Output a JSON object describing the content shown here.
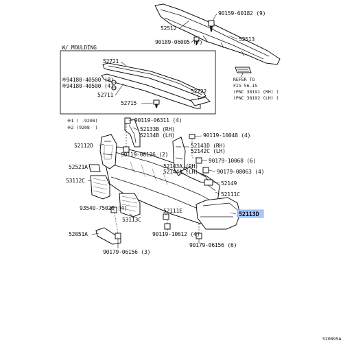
{
  "labels": {
    "p90159_60182": "90159-60182 (9)",
    "p52512": "52512",
    "p52513": "52513",
    "p90189_06005": "90189-06005 (7)",
    "w_moulding": "W/ MOULDING",
    "p52721": "52721",
    "p94180_40500_8": "※94180-40500 (8)",
    "p94180_40500_4": "※94180-40500 (4)",
    "p52711": "52711",
    "p52715": "52715",
    "p52722": "52722",
    "refer_1": "REFER TO",
    "refer_2": "FIG  56-15",
    "refer_3": "(PNC  38191 (RH) )",
    "refer_4": "(PNC  38192 (LH) )",
    "note_1": "※1 (    -9208)",
    "note_2": "※2 (9208-    )",
    "p90119_06311": "90119-06311 (4)",
    "p52133B": "52133B (RH)",
    "p52134B": "52134B (LH)",
    "p90119_10048": "90119-10048 (4)",
    "p52112D": "52112D",
    "p90119_08126": "90119-08126 (2)",
    "p52141D": "52141D (RH)",
    "p52142C": "52142C (LH)",
    "p90179_10068": "90179-10068 (6)",
    "p52521A": "52521A",
    "p52143A": "52143A (RH)",
    "p52144A": "52144A (LH)",
    "p90179_08063": "90179-08063 (4)",
    "p53112C": "53112C",
    "p52149": "52149",
    "p52111C": "52111C",
    "p93540_75020": "93540-75020 (4)",
    "p52111E": "52111E",
    "p52113D": "52113D",
    "p53113C": "53113C",
    "p52051A": "52051A",
    "p90119_10612": "90119-10612 (4)",
    "p90179_06156_3": "90179-06156 (3)",
    "p90179_06156_6": "90179-06156 (6)",
    "code": "520895A"
  }
}
